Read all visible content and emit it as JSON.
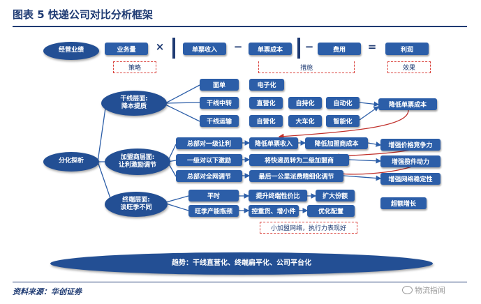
{
  "title": "图表 5   快递公司对比分析框架",
  "formula": {
    "left": "经营业绩",
    "business": "业务量",
    "times": "×",
    "revenue": "单票收入",
    "minus": "−",
    "cost": "单票成本",
    "fee": "费用",
    "equals": "=",
    "profit": "利润"
  },
  "labels": {
    "strategy": "策略",
    "measures": "措施",
    "effect": "效果"
  },
  "trunk": {
    "head": "干线层面:\n降本提质",
    "face": "面单",
    "electronic": "电子化",
    "transit": "干线中转",
    "direct1": "直营化",
    "self_hold": "自持化",
    "automation": "自动化",
    "transport": "干线运输",
    "direct2": "自营化",
    "large": "大车化",
    "smart": "智能化",
    "reduce_cost": "降低单票成本"
  },
  "differentiation": "分化探析",
  "franchise": {
    "head": "加盟商层面:\n让利激励调节",
    "hq_l1": "总部对一级让利",
    "l1_below": "一级对以下激励",
    "hq_all": "总部对全网调节",
    "reduce_rev": "降低单票收入",
    "reduce_fran_cost": "降低加盟商成本",
    "courier": "将快递员转为二级加盟商",
    "last_mile": "最后一公里派费精细化调节"
  },
  "effects": {
    "price": "增强价格竞争力",
    "service": "增强揽件动力",
    "stability": "增强网络稳定性",
    "growth": "超额增长"
  },
  "terminal": {
    "head": "终端层面:\n淡旺季不同",
    "normal": "平时",
    "peak": "旺季产能瓶颈",
    "ratio": "提升终端性价比",
    "share": "扩大份额",
    "control": "控重货、增小件",
    "optimize": "优化配置",
    "note": "小加盟网络，执行力表现好"
  },
  "trend": "趋势：干线直营化、终端扁平化、公司平台化",
  "footer": "资料来源：华创证券",
  "watermark": "物流指闻"
}
